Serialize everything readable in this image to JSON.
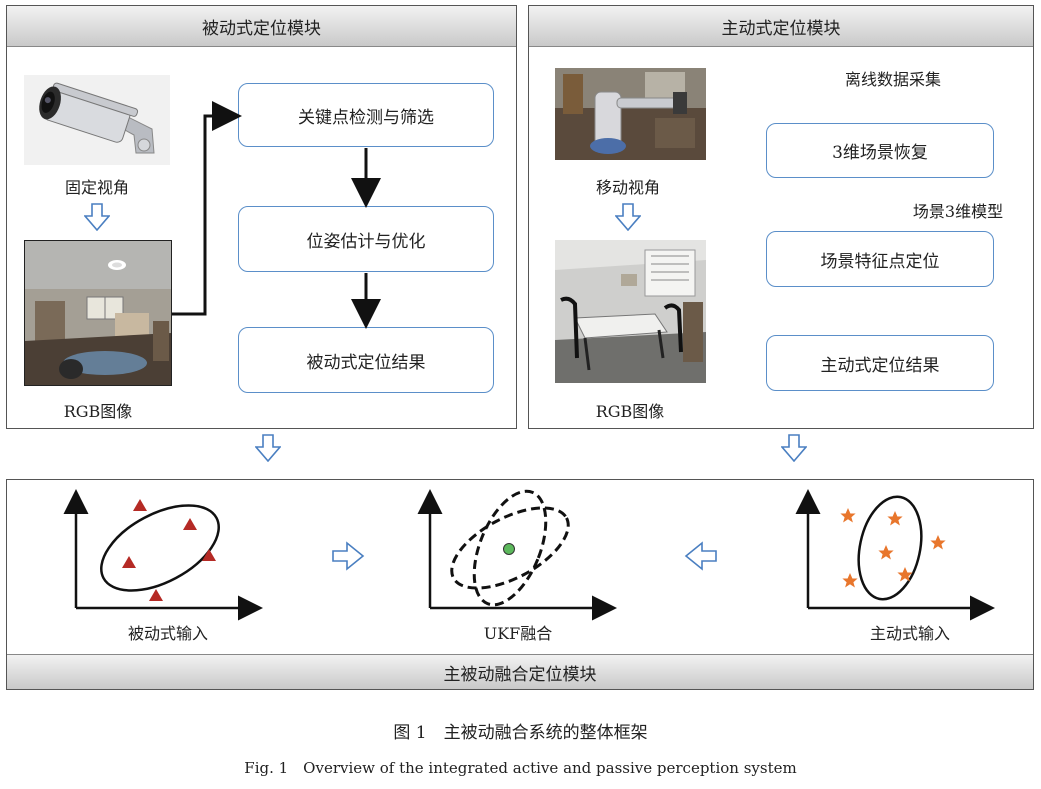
{
  "passive_module": {
    "title": "被动式定位模块",
    "fixed_view_label": "固定视角",
    "rgb_label": "RGB图像",
    "steps": [
      "关键点检测与筛选",
      "位姿估计与优化",
      "被动式定位结果"
    ]
  },
  "active_module": {
    "title": "主动式定位模块",
    "mobile_view_label": "移动视角",
    "rgb_label": "RGB图像",
    "offline_label": "离线数据采集",
    "scene_model_label": "场景3维模型",
    "steps": [
      "3维场景恢复",
      "场景特征点定位",
      "主动式定位结果"
    ]
  },
  "fusion_module": {
    "title": "主被动融合定位模块",
    "passive_input_label": "被动式输入",
    "ukf_label": "UKF融合",
    "active_input_label": "主动式输入"
  },
  "caption": {
    "zh": "图 1　主被动融合系统的整体框架",
    "en": "Fig. 1　Overview of the integrated active and passive perception system"
  },
  "colors": {
    "box_border": "#5b8fc9",
    "hollow_arrow": "#4a7fc1",
    "triangle_marker": "#b52a25",
    "star_marker": "#e8762c",
    "fused_point": "#5cb85c",
    "panel_header": "#cfcfcf"
  },
  "icons": {
    "camera": "security-camera-icon",
    "hollow_arrow": "hollow-arrow-icon"
  }
}
